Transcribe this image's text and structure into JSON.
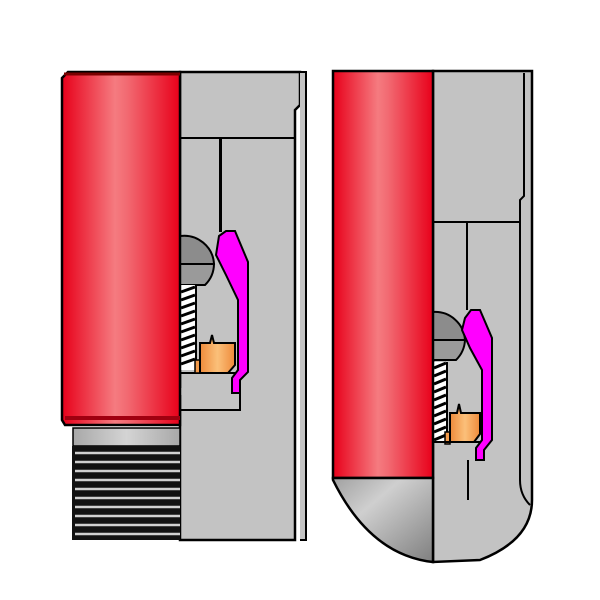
{
  "diagram": {
    "type": "cross-section",
    "background": "#ffffff",
    "colors": {
      "pipe_red": "#ee1c25",
      "pipe_red_highlight": "#f58080",
      "body_gray": "#c3c3c3",
      "ball_gray": "#8c8c8c",
      "flapper_magenta": "#ff00ff",
      "seat_orange": "#f39a4a",
      "outline": "#000000"
    },
    "components": [
      {
        "id": "left-assembly",
        "label": "Threaded pin-end assembly"
      },
      {
        "id": "right-assembly",
        "label": "Rounded nose-end assembly"
      }
    ],
    "parts": [
      {
        "name": "red pipe body"
      },
      {
        "name": "gray housing"
      },
      {
        "name": "ball / dome"
      },
      {
        "name": "spring"
      },
      {
        "name": "magenta flapper"
      },
      {
        "name": "orange seat"
      },
      {
        "name": "threads"
      }
    ]
  }
}
